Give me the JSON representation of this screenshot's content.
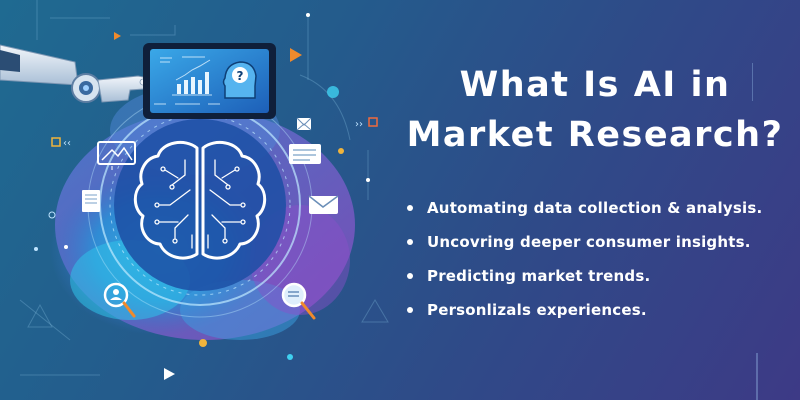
{
  "title": {
    "line1": "What Is AI in",
    "line2": "Market Research?"
  },
  "bullets": [
    "Automating data collection & analysis.",
    "Uncovring deeper consumer insights.",
    "Predicting market trends.",
    "Personlizals experiences."
  ],
  "illustration": {
    "elements": [
      "robot-arm",
      "tablet-with-bar-chart",
      "head-question-icon",
      "circuit-brain",
      "mail-icon",
      "document-icon",
      "image-icon",
      "user-search-icon",
      "data-search-icon",
      "play-icon"
    ]
  },
  "colors": {
    "background_start": "#1f6a91",
    "background_end": "#3d3a86",
    "text": "#ffffff",
    "accent_orange": "#f08a2c",
    "accent_cyan": "#3fd0f0",
    "accent_purple": "#8a4cc8"
  }
}
